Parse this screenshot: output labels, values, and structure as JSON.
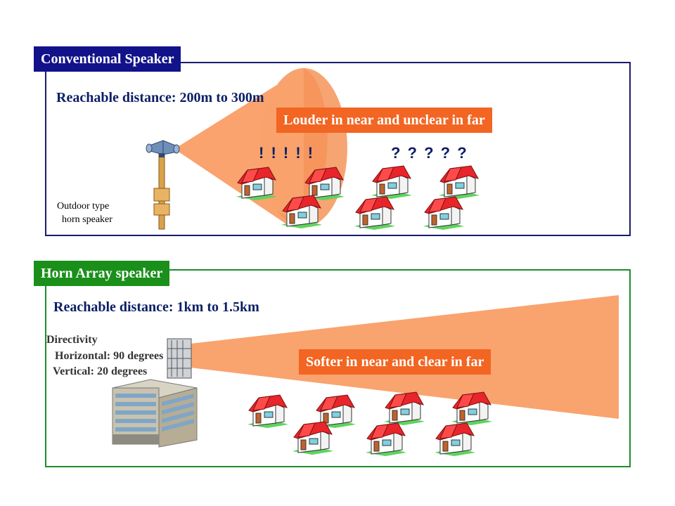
{
  "conventional": {
    "tab_label": "Conventional Speaker",
    "reach": "Reachable distance: 200m  to 300m",
    "callout": "Louder in near and unclear in far",
    "exclaim": "!  !  !  !  !",
    "question": "? ? ? ? ?",
    "speaker_label_line1": "Outdoor type",
    "speaker_label_line2": "horn speaker",
    "colors": {
      "frame": "#1a1a6e",
      "tab": "#12128a",
      "beam": "#f9a36e",
      "callout": "#f26522"
    }
  },
  "horn_array": {
    "tab_label": "Horn Array speaker",
    "reach": "Reachable distance: 1km to 1.5km",
    "callout": "Softer in near and clear in far",
    "directivity_title": "Directivity",
    "directivity_horizontal": "Horizontal: 90 degrees",
    "directivity_vertical": "Vertical: 20 degrees",
    "colors": {
      "frame": "#1e8c2e",
      "tab": "#1a8f1a",
      "beam": "#f9a36e"
    }
  }
}
